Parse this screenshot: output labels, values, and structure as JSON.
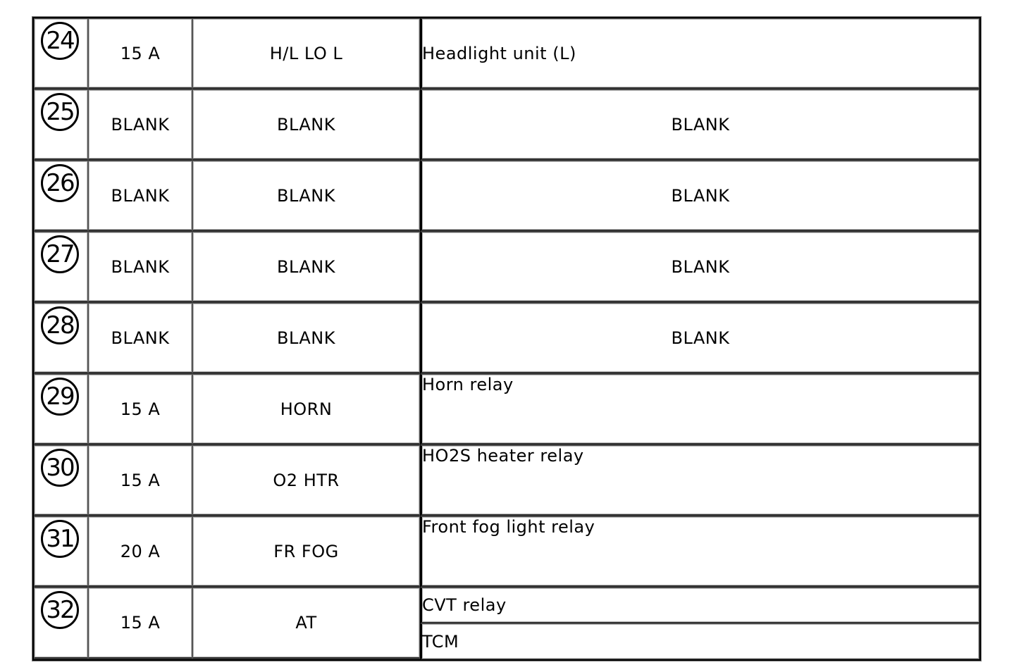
{
  "fuses": [
    {
      "number": "24",
      "amperage": "15 A",
      "name": "H/L LO L",
      "circuits": [
        "Headlight unit (L)"
      ]
    },
    {
      "number": "25",
      "amperage": "BLANK",
      "name": "BLANK",
      "circuits": [
        "BLANK"
      ]
    },
    {
      "number": "26",
      "amperage": "BLANK",
      "name": "BLANK",
      "circuits": [
        "BLANK"
      ]
    },
    {
      "number": "27",
      "amperage": "BLANK",
      "name": "BLANK",
      "circuits": [
        "BLANK"
      ]
    },
    {
      "number": "28",
      "amperage": "BLANK",
      "name": "BLANK",
      "circuits": [
        "BLANK"
      ]
    },
    {
      "number": "29",
      "amperage": "15 A",
      "name": "HORN",
      "circuits": [
        "Horn relay"
      ]
    },
    {
      "number": "30",
      "amperage": "15 A",
      "name": "O2 HTR",
      "circuits": [
        "HO2S heater relay"
      ]
    },
    {
      "number": "31",
      "amperage": "20 A",
      "name": "FR FOG",
      "circuits": [
        "Front fog light relay"
      ]
    },
    {
      "number": "32",
      "amperage": "15 A",
      "name": "AT",
      "circuits": [
        "CVT relay",
        "TCM"
      ]
    }
  ]
}
